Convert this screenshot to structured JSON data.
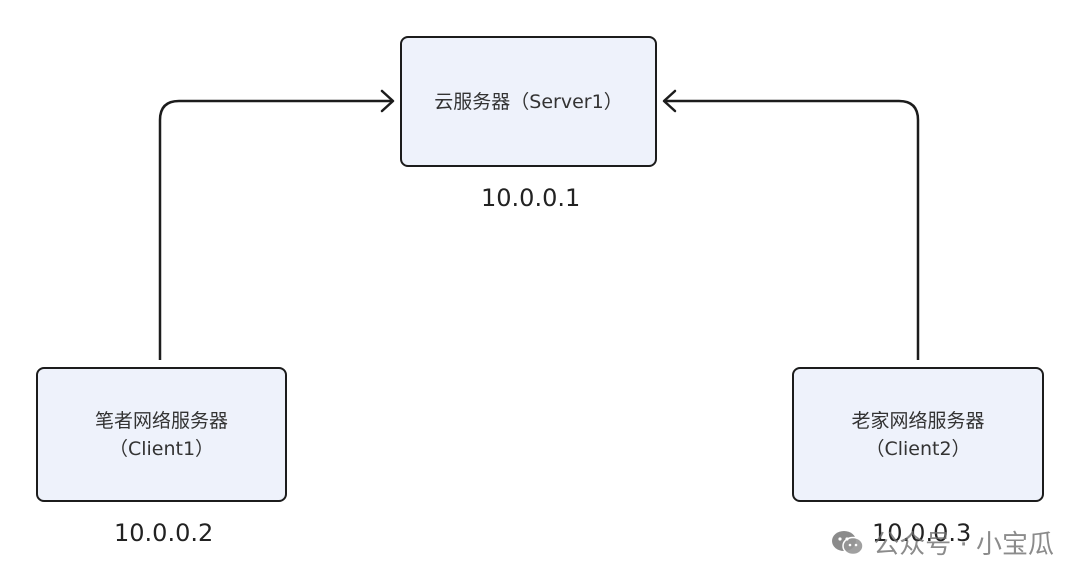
{
  "nodes": {
    "server": {
      "label": "云服务器（Server1）",
      "ip": "10.0.0.1"
    },
    "client1": {
      "line1": "笔者网络服务器",
      "line2": "（Client1）",
      "ip": "10.0.0.2"
    },
    "client2": {
      "line1": "老家网络服务器",
      "line2": "（Client2）",
      "ip": "10.0.0.3"
    }
  },
  "watermark": {
    "text": "公众号 · 小宝瓜",
    "icon": "wechat-icon"
  },
  "colors": {
    "node_fill": "#eef2fb",
    "node_border": "#1c1c1c",
    "edge": "#1c1c1c"
  }
}
